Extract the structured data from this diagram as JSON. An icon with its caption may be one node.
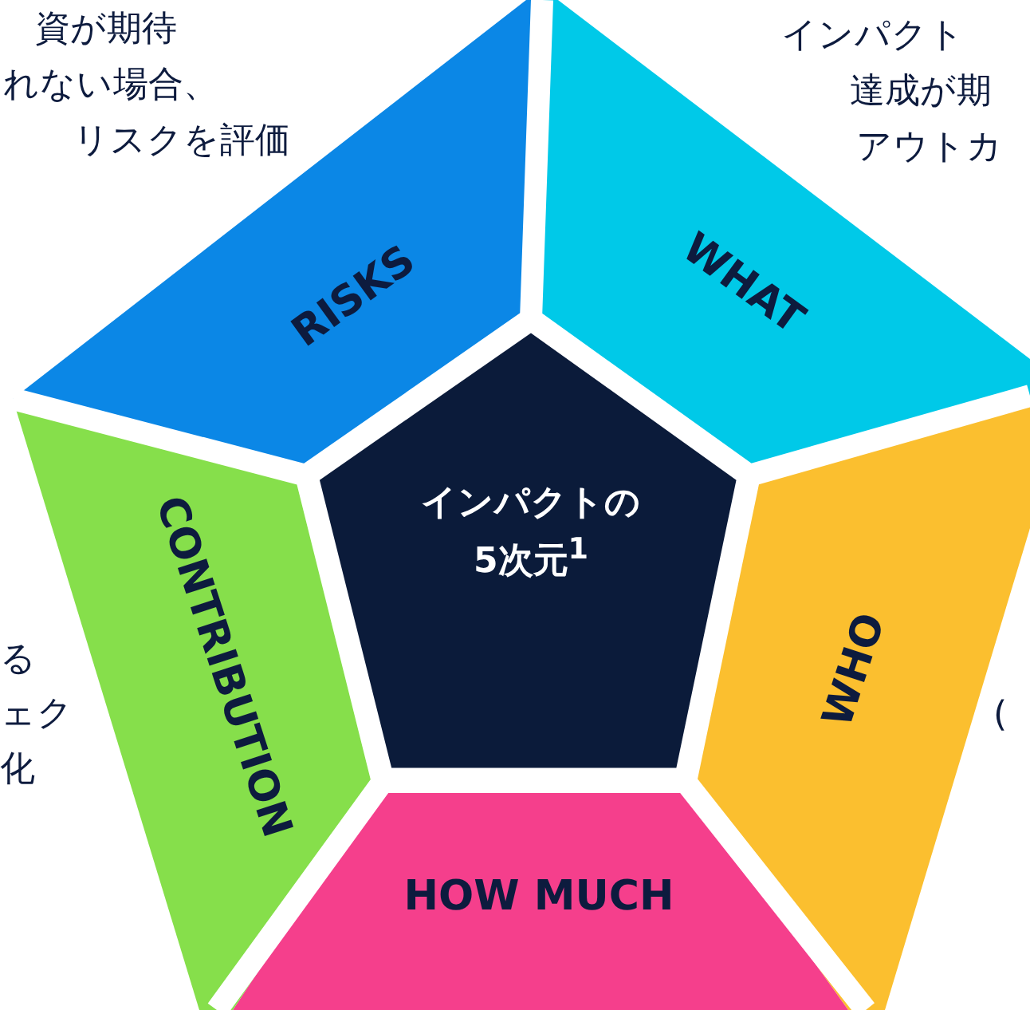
{
  "diagram": {
    "nodes": [
      {
        "text": [
          "インパクトの5次元$^{1}$"
        ]
      },
      {
        "text": [
          "RISKS"
        ]
      },
      {
        "text": [
          "WHAT"
        ]
      },
      {
        "text": [
          "WHO"
        ]
      },
      {
        "text": [
          "HOW MUCH"
        ]
      },
      {
        "text": [
          "CONTRIBUTION"
        ]
      }
    ],
    "edges": [],
    "labels": [
      "資が期待",
      "れない場合、",
      "リスクを評価",
      "インパクト",
      "達成が期",
      "アウトカ",
      "る",
      "ェク",
      "化",
      "("
    ]
  }
}
